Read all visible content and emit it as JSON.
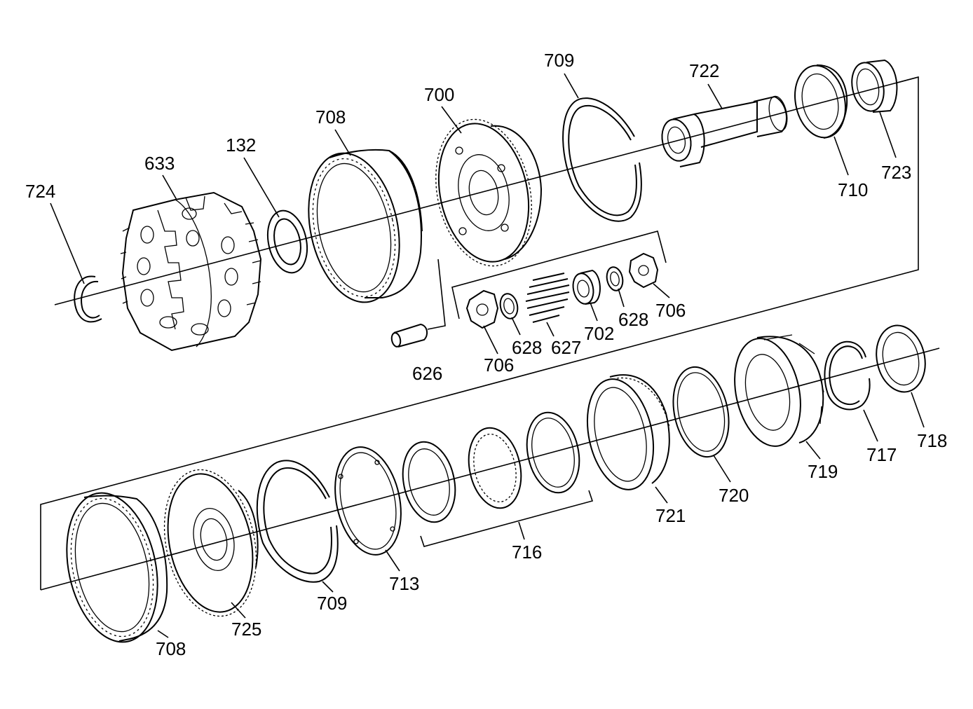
{
  "diagram": {
    "labels": {
      "p724": "724",
      "p633": "633",
      "p132": "132",
      "p708_top": "708",
      "p700": "700",
      "p709_top": "709",
      "p722": "722",
      "p710": "710",
      "p723": "723",
      "p706_right": "706",
      "p628_right": "628",
      "p702": "702",
      "p627": "627",
      "p628_left": "628",
      "p706_left": "706",
      "p626": "626",
      "p718": "718",
      "p717": "717",
      "p719": "719",
      "p720": "720",
      "p721": "721",
      "p716": "716",
      "p713": "713",
      "p709_bottom": "709",
      "p725": "725",
      "p708_bottom": "708"
    }
  }
}
